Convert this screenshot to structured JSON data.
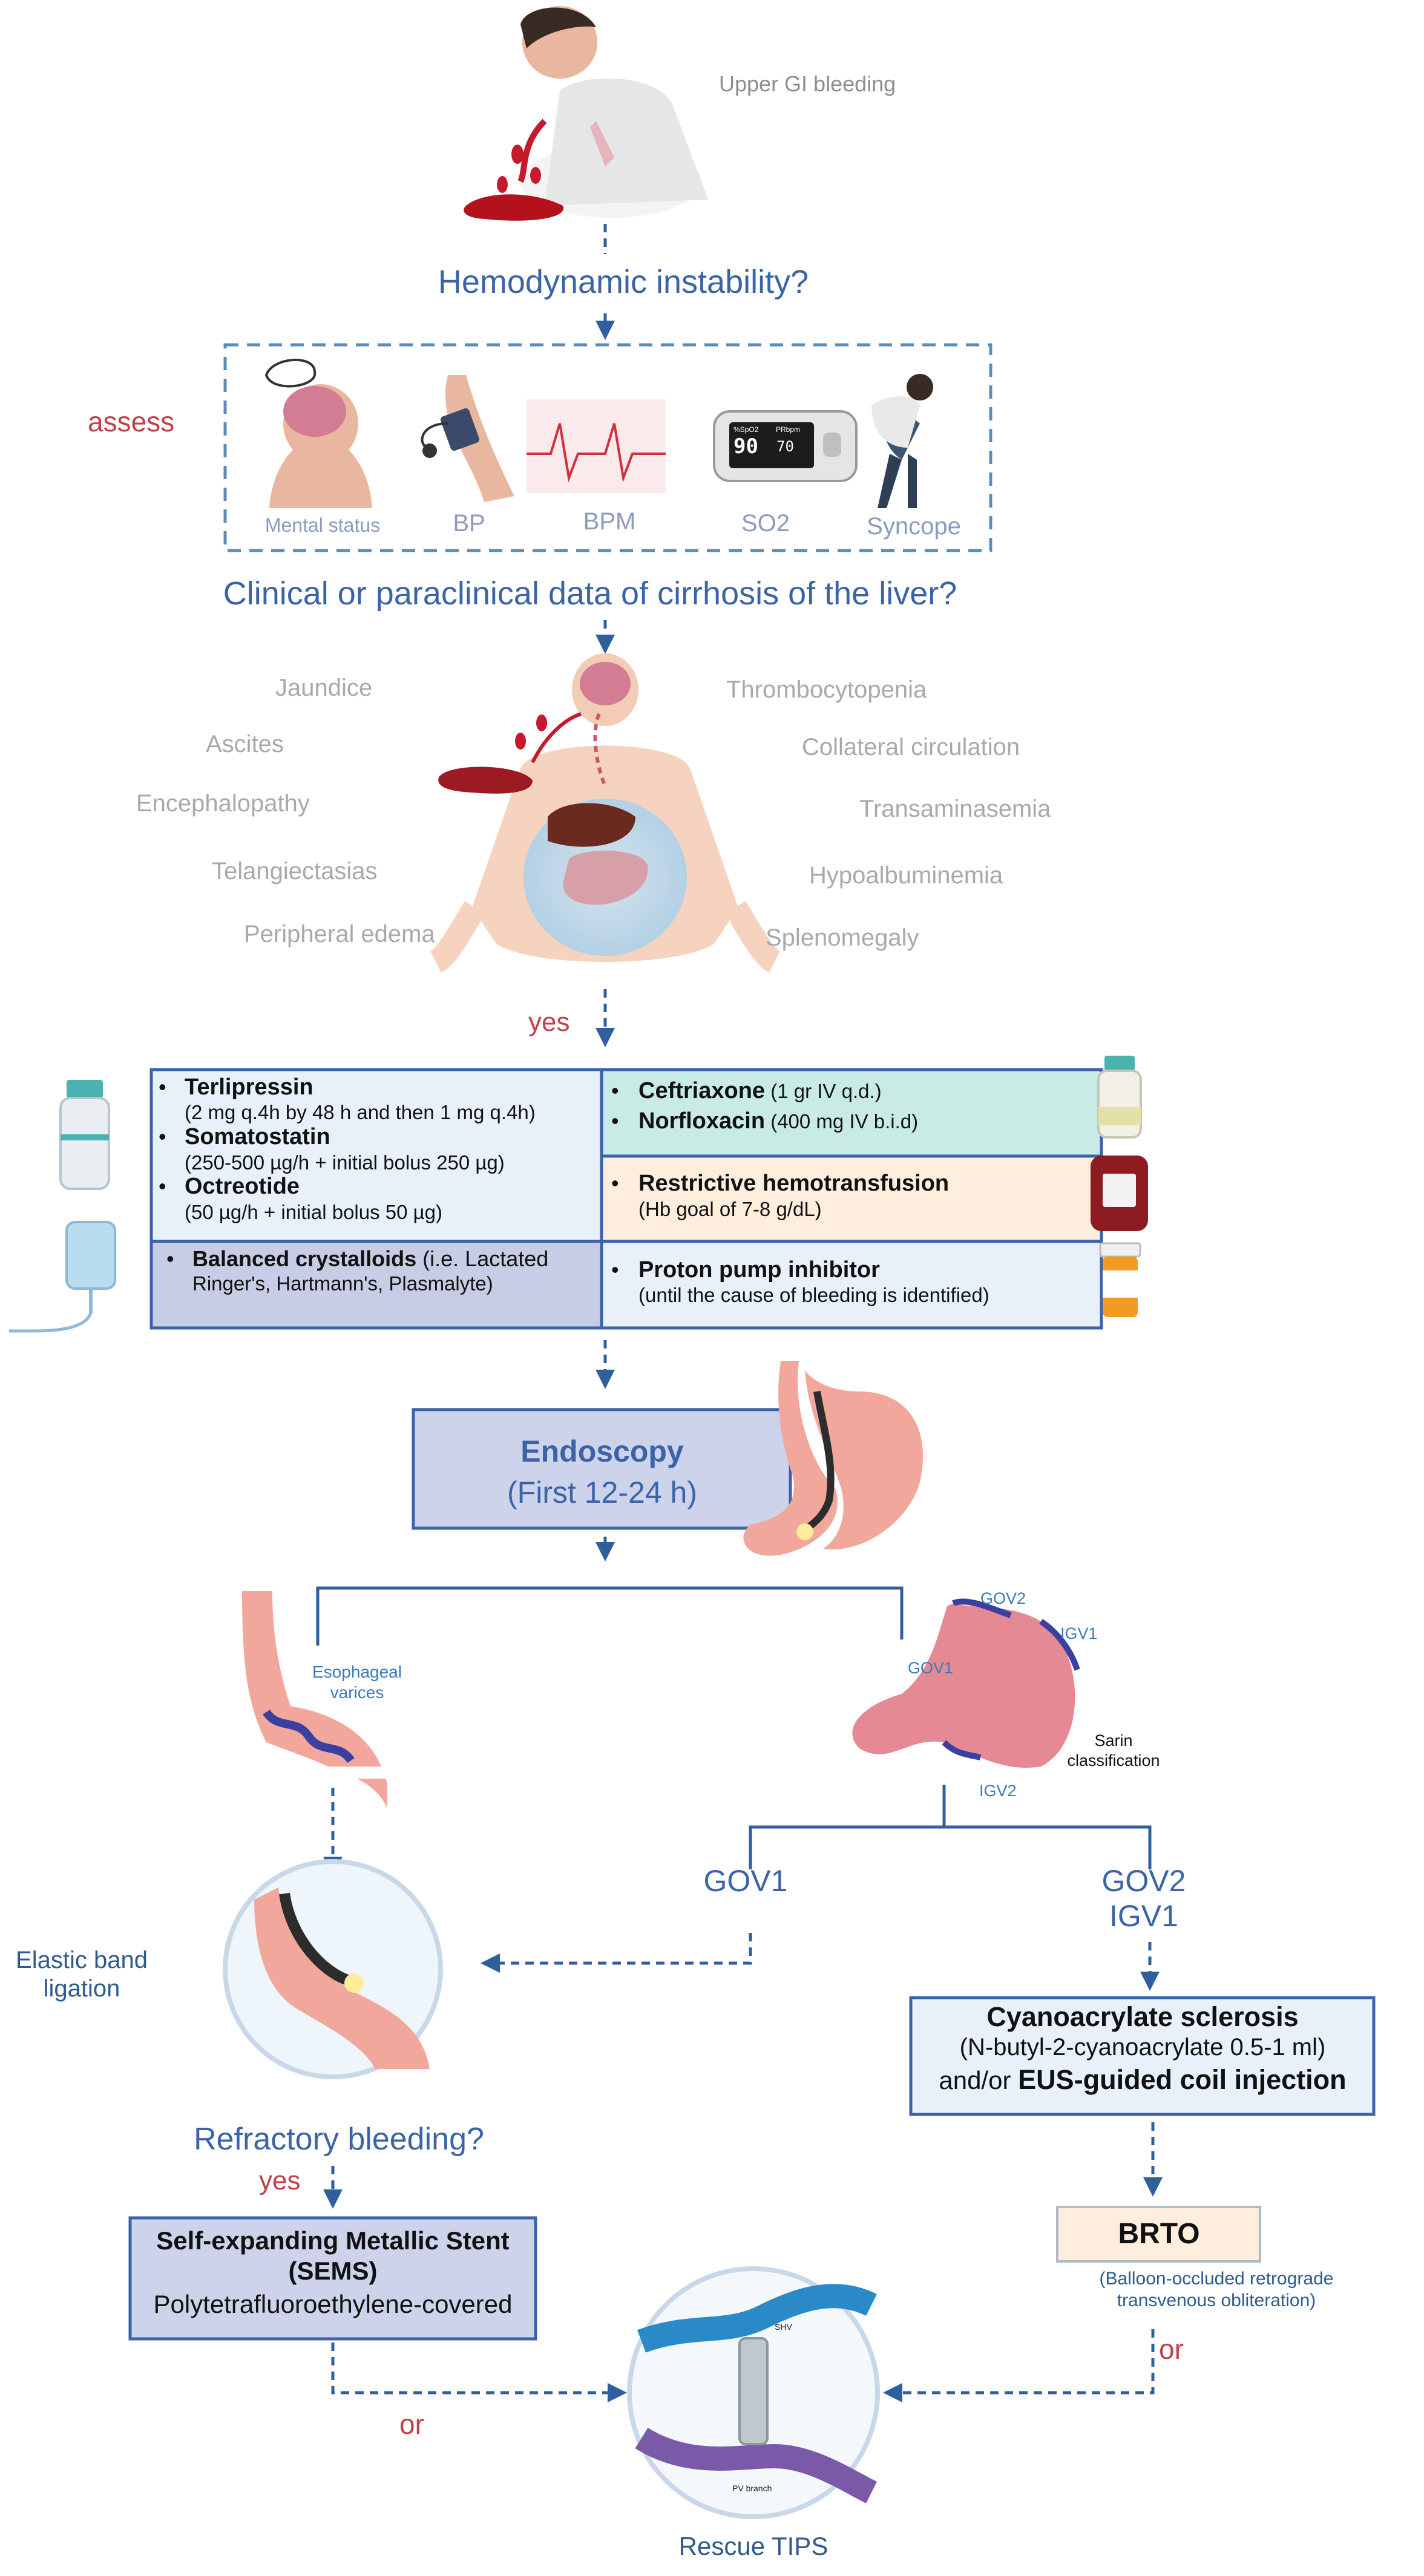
{
  "header": {
    "patient_label": "Upper GI bleeding"
  },
  "questions": {
    "hemodynamic": "Hemodynamic instability?",
    "cirrhosis": "Clinical or paraclinical data of cirrhosis of the liver?",
    "refractory": "Refractory bleeding?"
  },
  "assess": {
    "label": "assess",
    "items": [
      "Mental status",
      "BP",
      "BPM",
      "SO2",
      "Syncope"
    ],
    "oximeter_spo2": "90",
    "oximeter_pr": "70",
    "oximeter_spo2_tag": "%SpO2",
    "oximeter_pr_tag": "PRbpm"
  },
  "signs": {
    "left": [
      "Jaundice",
      "Ascites",
      "Encephalopathy",
      "Telangiectasias",
      "Peripheral edema"
    ],
    "right": [
      "Thrombocytopenia",
      "Collateral circulation",
      "Transaminasemia",
      "Hypoalbuminemia",
      "Splenomegaly"
    ]
  },
  "yes_label": "yes",
  "treatment": {
    "terlipressin": "Terlipressin",
    "terlipressin_dose": "(2 mg q.4h by 48 h and then 1 mg q.4h)",
    "somatostatin": "Somatostatin",
    "somatostatin_dose": "(250-500 µg/h + initial bolus 250 µg)",
    "octreotide": "Octreotide",
    "octreotide_dose": "(50 µg/h + initial bolus 50 µg)",
    "crystalloids": "Balanced crystalloids",
    "crystalloids_note_1": " (i.e. Lactated",
    "crystalloids_note_2": "Ringer's, Hartmann's, Plasmalyte)",
    "ceftriaxone": "Ceftriaxone",
    "ceftriaxone_dose": " (1 gr IV q.d.)",
    "norfloxacin": "Norfloxacin",
    "norfloxacin_dose": " (400 mg IV b.i.d)",
    "hemotransfusion": "Restrictive hemotransfusion",
    "hemotransfusion_note": "(Hb goal of 7-8 g/dL)",
    "ppi": "Proton pump inhibitor",
    "ppi_note": "(until the cause of bleeding is identified)"
  },
  "endoscopy": {
    "title": "Endoscopy",
    "subtitle": "(First 12-24 h)"
  },
  "esophageal": {
    "label_1": "Esophageal",
    "label_2": "varices"
  },
  "sarin": {
    "gov2": "GOV2",
    "igv1": "IGV1",
    "gov1": "GOV1",
    "igv2": "IGV2",
    "classification_1": "Sarin",
    "classification_2": "classification"
  },
  "branches": {
    "gov1": "GOV1",
    "gov2": "GOV2",
    "igv1": "IGV1"
  },
  "ebl": {
    "line_1": "Elastic band",
    "line_2": "ligation"
  },
  "cyano": {
    "title": "Cyanoacrylate sclerosis",
    "dose": "(N-butyl-2-cyanoacrylate 0.5-1 ml)",
    "andor": "and/or ",
    "eus": "EUS-guided coil injection"
  },
  "brto": {
    "title": "BRTO",
    "note_1": "(Balloon-occluded retrograde",
    "note_2": "transvenous obliteration)"
  },
  "sems": {
    "title_1": "Self-expanding Metallic Stent",
    "title_2": "(SEMS)",
    "subtitle": "Polytetrafluoroethylene-covered"
  },
  "or_label": "or",
  "tips": {
    "label": "Rescue TIPS",
    "shv": "SHV",
    "pv": "PV branch"
  },
  "colors": {
    "primary_blue": "#3b63a8",
    "arrow_blue": "#2f5f9c",
    "accent_red": "#c0404a",
    "box_light_blue": "#e8f1fa",
    "box_teal": "#c9ebe6",
    "box_peach": "#fdeedd",
    "box_lavender": "#c8cde6",
    "box_endoscopy": "#cdd3ea"
  }
}
